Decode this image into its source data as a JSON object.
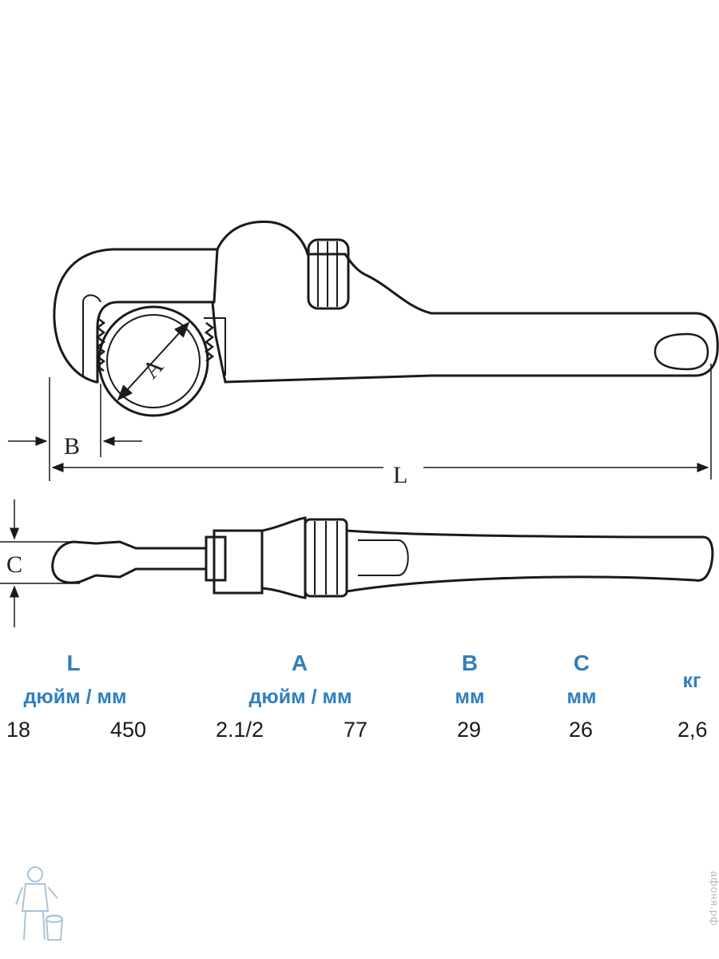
{
  "diagram": {
    "dim_labels": {
      "a": "A",
      "b": "B",
      "c": "C",
      "l": "L"
    }
  },
  "specs": {
    "headers": {
      "l": "L",
      "l_unit": "дюйм / мм",
      "a": "A",
      "a_unit": "дюйм / мм",
      "b": "B",
      "b_unit": "мм",
      "c": "C",
      "c_unit": "мм",
      "kg": "кг"
    },
    "values": {
      "l_inch": "18",
      "l_mm": "450",
      "a_inch": "2.1/2",
      "a_mm": "77",
      "b_mm": "29",
      "c_mm": "26",
      "kg": "2,6"
    }
  },
  "watermark": {
    "text": "афоня.рф"
  },
  "colors": {
    "header_blue": "#2f7fbf",
    "line": "#1a1a1a"
  }
}
